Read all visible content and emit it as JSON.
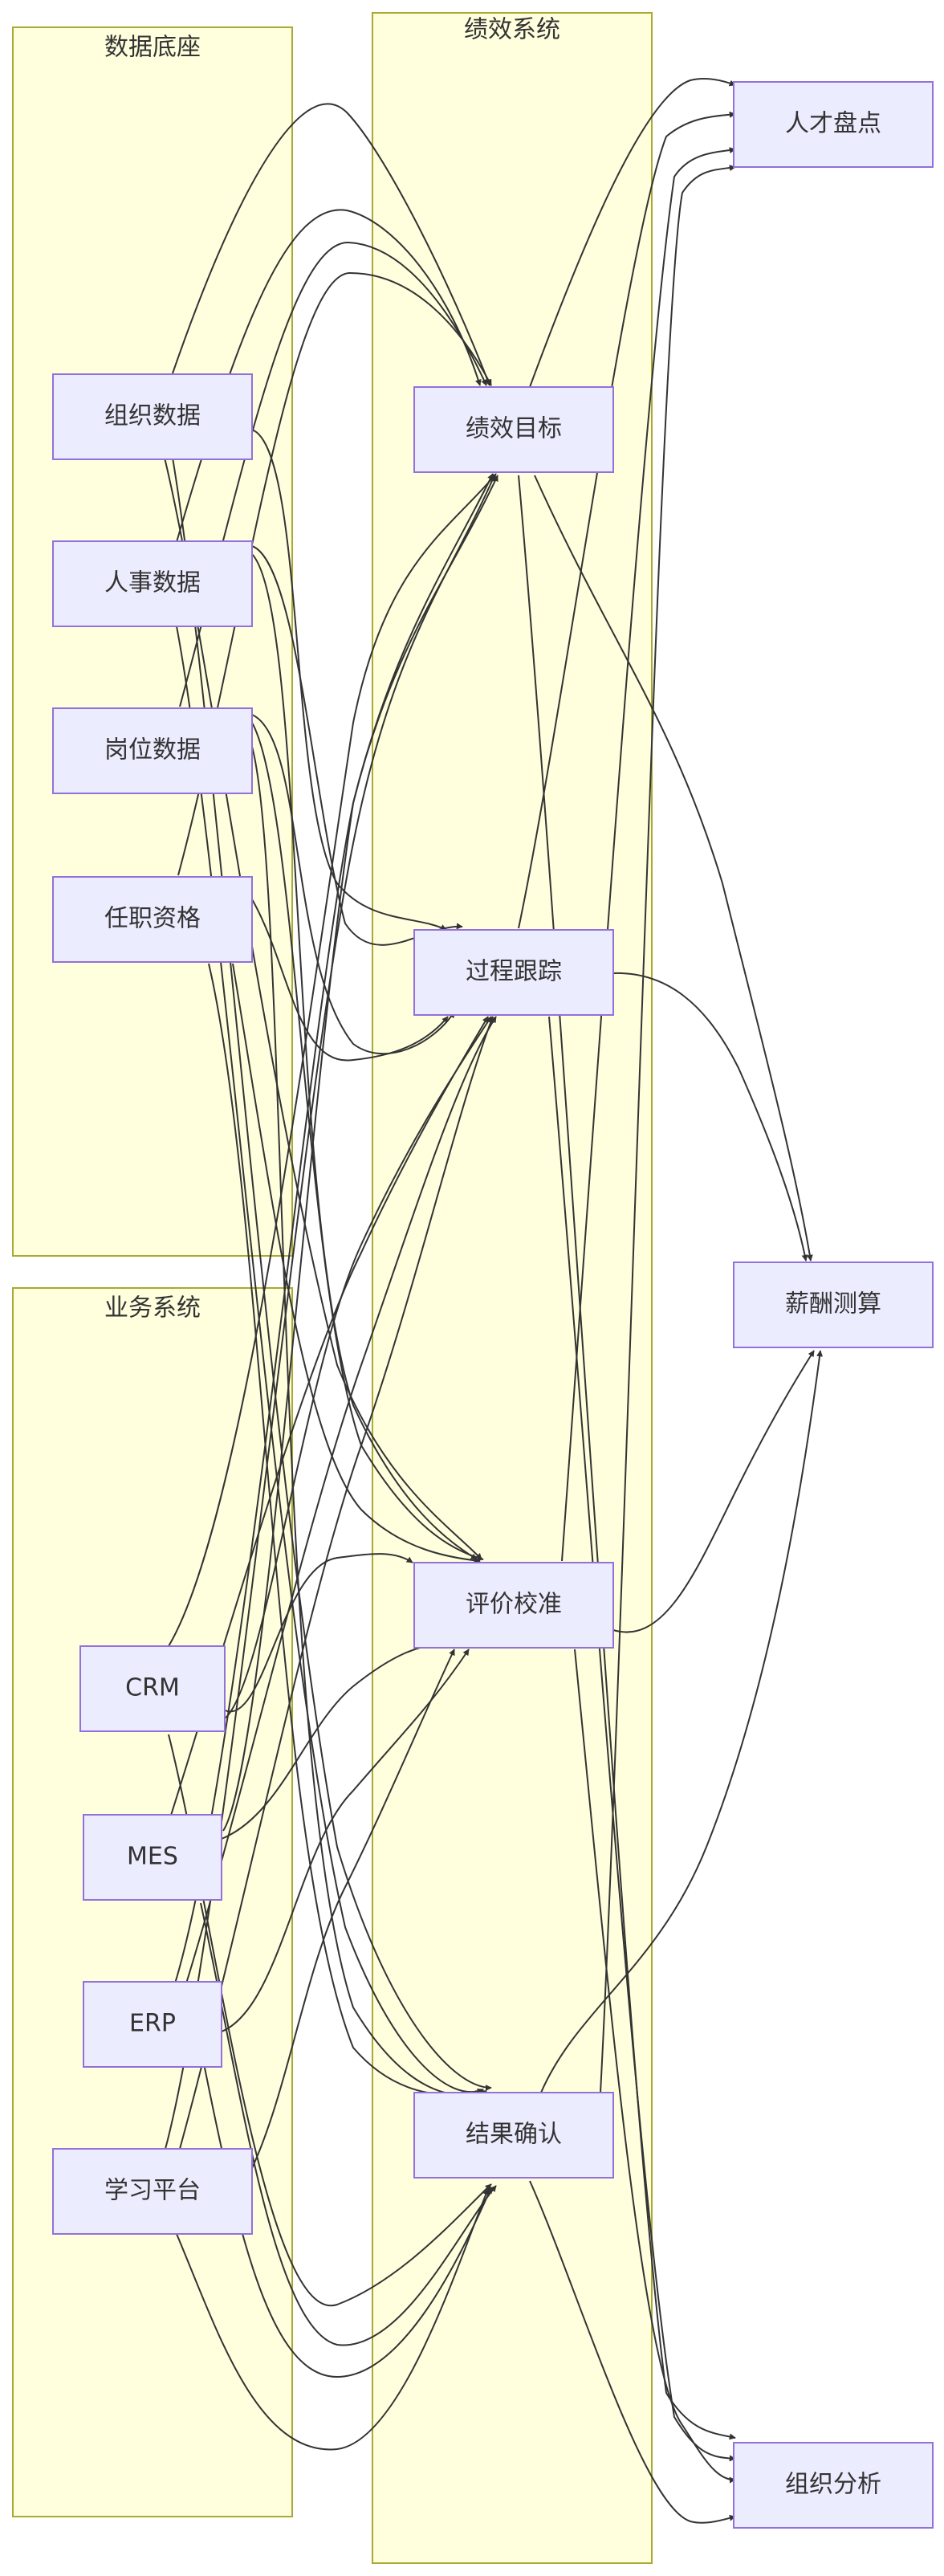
{
  "clusters": {
    "data_base": {
      "title": "数据底座"
    },
    "business": {
      "title": "业务系统"
    },
    "performance": {
      "title": "绩效系统"
    }
  },
  "nodes": {
    "org_data": "组织数据",
    "hr_data": "人事数据",
    "post_data": "岗位数据",
    "qualification": "任职资格",
    "crm": "CRM",
    "mes": "MES",
    "erp": "ERP",
    "learning": "学习平台",
    "perf_goal": "绩效目标",
    "process_track": "过程跟踪",
    "eval_calib": "评价校准",
    "result_confirm": "结果确认",
    "talent_review": "人才盘点",
    "salary_calc": "薪酬测算",
    "org_analysis": "组织分析"
  },
  "colors": {
    "cluster_fill": "#ffffde",
    "cluster_border": "#aaaa33",
    "node_fill": "#ececff",
    "node_border": "#9370db",
    "edge": "#333333",
    "text": "#333333"
  }
}
